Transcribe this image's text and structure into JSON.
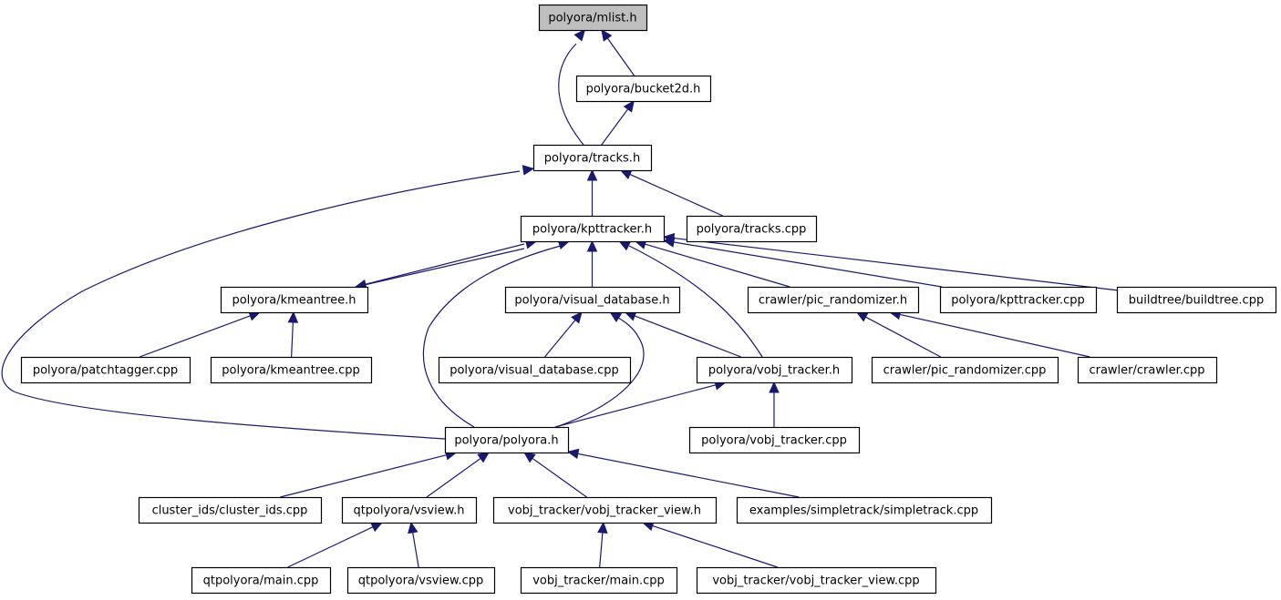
{
  "title": "Include dependency graph for polyora/mlist.h",
  "colors": {
    "edge": "#191970",
    "root_fill": "#bfbfbf",
    "node_fill": "#ffffff"
  },
  "nodes": [
    {
      "id": "mlist_h",
      "label": "polyora/mlist.h",
      "root": true
    },
    {
      "id": "bucket2d_h",
      "label": "polyora/bucket2d.h"
    },
    {
      "id": "tracks_h",
      "label": "polyora/tracks.h"
    },
    {
      "id": "kpttracker_h",
      "label": "polyora/kpttracker.h"
    },
    {
      "id": "tracks_cpp",
      "label": "polyora/tracks.cpp"
    },
    {
      "id": "kmeantree_h",
      "label": "polyora/kmeantree.h"
    },
    {
      "id": "visual_database_h",
      "label": "polyora/visual_database.h"
    },
    {
      "id": "pic_randomizer_h",
      "label": "crawler/pic_randomizer.h"
    },
    {
      "id": "kpttracker_cpp",
      "label": "polyora/kpttracker.cpp"
    },
    {
      "id": "buildtree_cpp",
      "label": "buildtree/buildtree.cpp"
    },
    {
      "id": "patchtagger_cpp",
      "label": "polyora/patchtagger.cpp"
    },
    {
      "id": "kmeantree_cpp",
      "label": "polyora/kmeantree.cpp"
    },
    {
      "id": "visual_database_cpp",
      "label": "polyora/visual_database.cpp"
    },
    {
      "id": "vobj_tracker_h",
      "label": "polyora/vobj_tracker.h"
    },
    {
      "id": "pic_randomizer_cpp",
      "label": "crawler/pic_randomizer.cpp"
    },
    {
      "id": "crawler_cpp",
      "label": "crawler/crawler.cpp"
    },
    {
      "id": "polyora_h",
      "label": "polyora/polyora.h"
    },
    {
      "id": "vobj_tracker_cpp",
      "label": "polyora/vobj_tracker.cpp"
    },
    {
      "id": "cluster_ids_cpp",
      "label": "cluster_ids/cluster_ids.cpp"
    },
    {
      "id": "vsview_h",
      "label": "qtpolyora/vsview.h"
    },
    {
      "id": "vobj_tracker_view_h",
      "label": "vobj_tracker/vobj_tracker_view.h"
    },
    {
      "id": "simpletrack_cpp",
      "label": "examples/simpletrack/simpletrack.cpp"
    },
    {
      "id": "qt_main_cpp",
      "label": "qtpolyora/main.cpp"
    },
    {
      "id": "vsview_cpp",
      "label": "qtpolyora/vsview.cpp"
    },
    {
      "id": "vt_main_cpp",
      "label": "vobj_tracker/main.cpp"
    },
    {
      "id": "vobj_tracker_view_cpp",
      "label": "vobj_tracker/vobj_tracker_view.cpp"
    }
  ],
  "edges": [
    {
      "from": "bucket2d_h",
      "to": "mlist_h"
    },
    {
      "from": "tracks_h",
      "to": "mlist_h"
    },
    {
      "from": "tracks_h",
      "to": "bucket2d_h"
    },
    {
      "from": "kpttracker_h",
      "to": "tracks_h"
    },
    {
      "from": "tracks_cpp",
      "to": "tracks_h"
    },
    {
      "from": "polyora_h",
      "to": "tracks_h"
    },
    {
      "from": "kmeantree_h",
      "to": "kpttracker_h"
    },
    {
      "from": "kpttracker_h",
      "to": "kmeantree_h"
    },
    {
      "from": "visual_database_h",
      "to": "kpttracker_h"
    },
    {
      "from": "polyora_h",
      "to": "kpttracker_h"
    },
    {
      "from": "vobj_tracker_h",
      "to": "kpttracker_h"
    },
    {
      "from": "pic_randomizer_h",
      "to": "kpttracker_h"
    },
    {
      "from": "kpttracker_cpp",
      "to": "kpttracker_h"
    },
    {
      "from": "buildtree_cpp",
      "to": "kpttracker_h"
    },
    {
      "from": "patchtagger_cpp",
      "to": "kmeantree_h"
    },
    {
      "from": "kmeantree_cpp",
      "to": "kmeantree_h"
    },
    {
      "from": "visual_database_cpp",
      "to": "visual_database_h"
    },
    {
      "from": "polyora_h",
      "to": "visual_database_h"
    },
    {
      "from": "vobj_tracker_h",
      "to": "visual_database_h"
    },
    {
      "from": "pic_randomizer_cpp",
      "to": "pic_randomizer_h"
    },
    {
      "from": "crawler_cpp",
      "to": "pic_randomizer_h"
    },
    {
      "from": "polyora_h",
      "to": "vobj_tracker_h"
    },
    {
      "from": "vobj_tracker_cpp",
      "to": "vobj_tracker_h"
    },
    {
      "from": "cluster_ids_cpp",
      "to": "polyora_h"
    },
    {
      "from": "vsview_h",
      "to": "polyora_h"
    },
    {
      "from": "vobj_tracker_view_h",
      "to": "polyora_h"
    },
    {
      "from": "simpletrack_cpp",
      "to": "polyora_h"
    },
    {
      "from": "qt_main_cpp",
      "to": "vsview_h"
    },
    {
      "from": "vsview_cpp",
      "to": "vsview_h"
    },
    {
      "from": "vt_main_cpp",
      "to": "vobj_tracker_view_h"
    },
    {
      "from": "vobj_tracker_view_cpp",
      "to": "vobj_tracker_view_h"
    }
  ]
}
